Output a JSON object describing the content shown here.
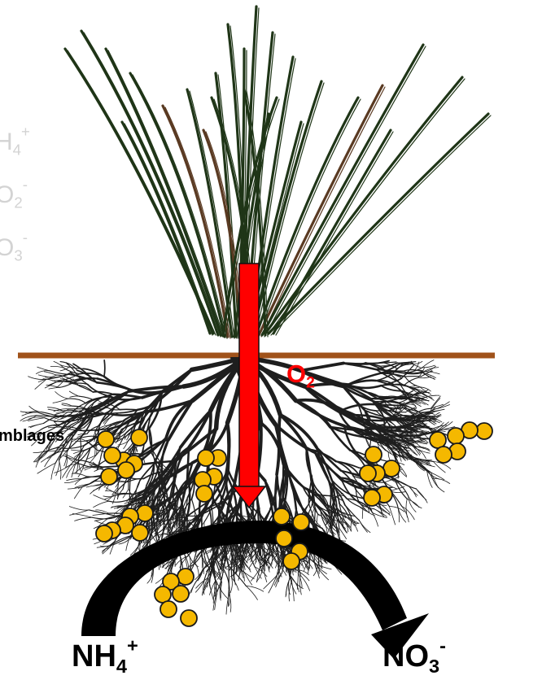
{
  "labels": {
    "o2": {
      "main": "O",
      "sub": "2"
    },
    "nh4_bottom": {
      "main": "NH",
      "sub": "4",
      "sup": "+"
    },
    "no3_bottom": {
      "main": "NO",
      "sub": "3",
      "sup": "-"
    },
    "assemblages": "mblages"
  },
  "ghost_labels": [
    {
      "main": "H",
      "sub": "4",
      "sup": "+"
    },
    {
      "main": "O",
      "sub": "2",
      "sup": "-"
    },
    {
      "main": "O",
      "sub": "3",
      "sup": "-"
    }
  ],
  "colors": {
    "soil_line": "#a0521a",
    "oxygen_arrow": "#ff0000",
    "microbe_fill": "#f5b800",
    "microbe_stroke": "#1a1a1a",
    "grass_dark": "#1f3517",
    "grass_brown": "#5a3a22",
    "roots": "#1e1e1e",
    "ghost_text": "#d3d3d3"
  },
  "icons": [
    "grass-icon",
    "root-system-icon",
    "microbe-cluster-icon",
    "oxygen-arrow-icon",
    "nitrification-arrow-icon"
  ]
}
